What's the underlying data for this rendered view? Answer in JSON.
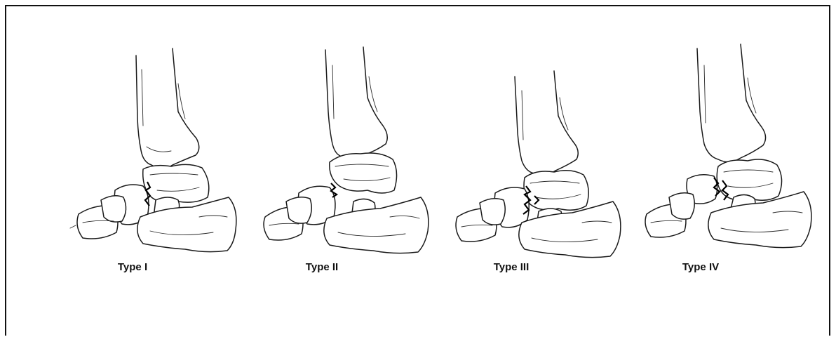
{
  "figure": {
    "panels": [
      {
        "label": "Type I"
      },
      {
        "label": "Type II"
      },
      {
        "label": "Type III"
      },
      {
        "label": "Type IV"
      }
    ]
  }
}
